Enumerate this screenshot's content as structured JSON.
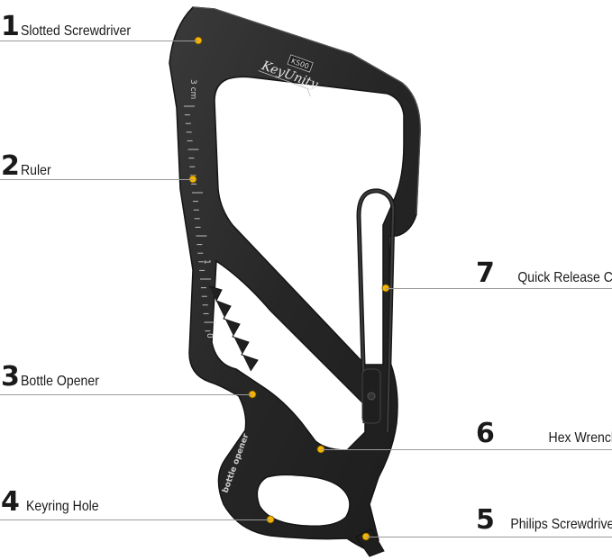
{
  "product": {
    "brand_logo": "KeyUnity",
    "model": "KS00",
    "ruler_unit": "3 cm",
    "ruler_zero": "0",
    "ruler_one": "1",
    "engraving": "bottle opener"
  },
  "features": [
    {
      "number": "1",
      "label": "Slotted Screwdriver"
    },
    {
      "number": "2",
      "label": "Ruler"
    },
    {
      "number": "3",
      "label": "Bottle Opener"
    },
    {
      "number": "4",
      "label": "Keyring Hole"
    },
    {
      "number": "5",
      "label": "Philips Screwdriver"
    },
    {
      "number": "6",
      "label": "Hex Wrench"
    },
    {
      "number": "7",
      "label": "Quick Release Clip"
    }
  ],
  "colors": {
    "tool_body": "#2b2b2b",
    "tool_edge": "#4a4a4a",
    "marker": "#f4b400",
    "leader_line": "#9a9a9a"
  }
}
